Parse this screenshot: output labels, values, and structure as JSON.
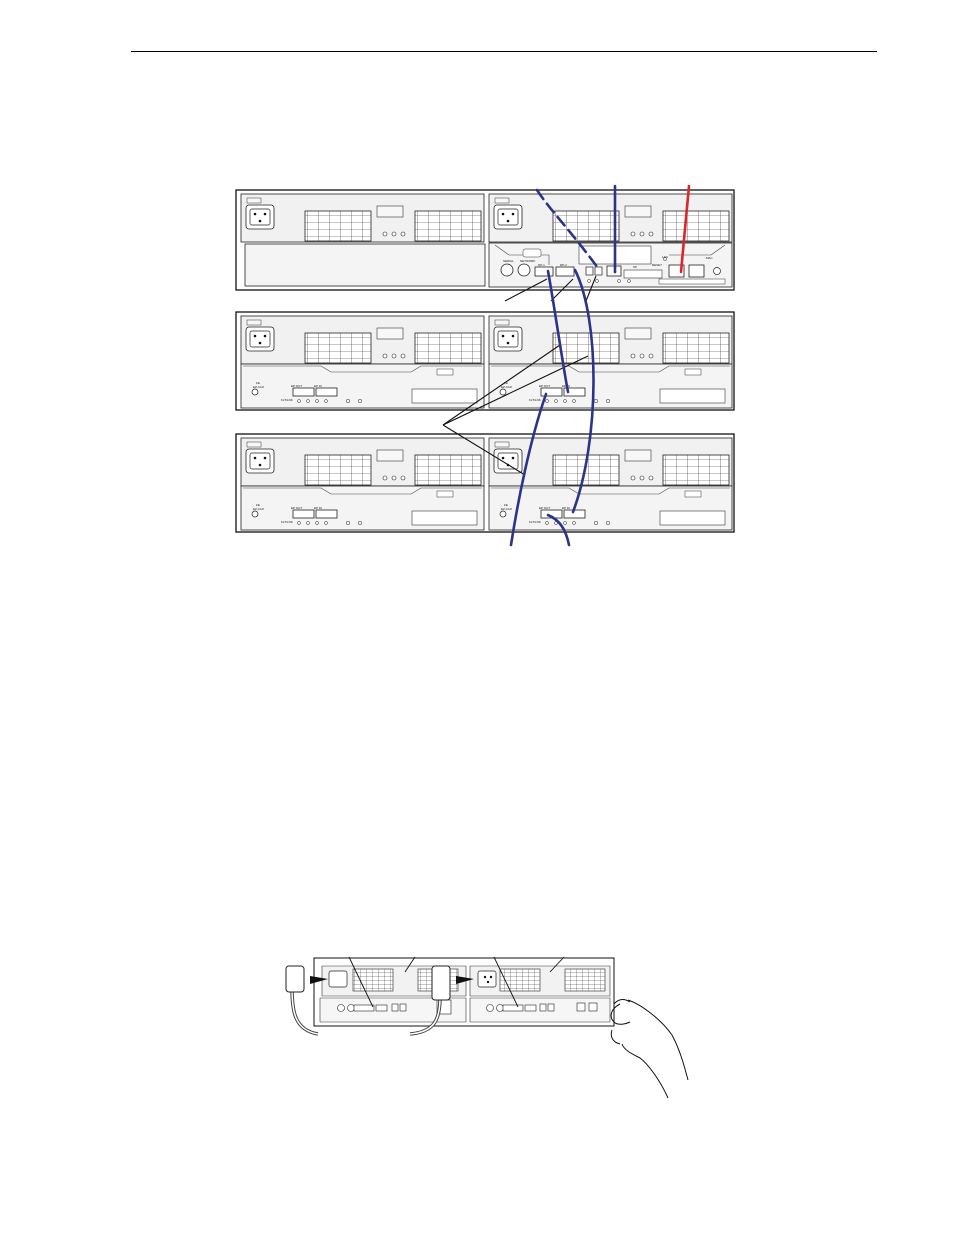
{
  "figure1": {
    "chassis": [
      {
        "role": "controller",
        "left_module": {
          "labels": []
        },
        "right_module": {
          "labels": [
            "SERIAL",
            "NETWORK",
            "DP-1",
            "DP-2",
            "LAN",
            "RESET",
            "SP",
            "MAC"
          ]
        }
      },
      {
        "role": "expansion-1",
        "left_module": {
          "labels": [
            "FE",
            "EZ-CLR",
            "EP OUT",
            "EP IN",
            "FLT/LNK"
          ]
        },
        "right_module": {
          "labels": [
            "FE",
            "EZ-CLR",
            "EP OUT",
            "EP IN",
            "FLT/LNK"
          ]
        }
      },
      {
        "role": "expansion-2",
        "left_module": {
          "labels": [
            "FE",
            "EZ-CLR",
            "EP OUT",
            "EP IN",
            "FLT/LNK"
          ]
        },
        "right_module": {
          "labels": [
            "FE",
            "EZ-CLR",
            "EP OUT",
            "EP IN",
            "FLT/LNK"
          ]
        }
      }
    ],
    "cable_colors": {
      "sas": "#2b3488",
      "network": "#2b3488",
      "management": "#d8262b"
    }
  },
  "figure2": {}
}
